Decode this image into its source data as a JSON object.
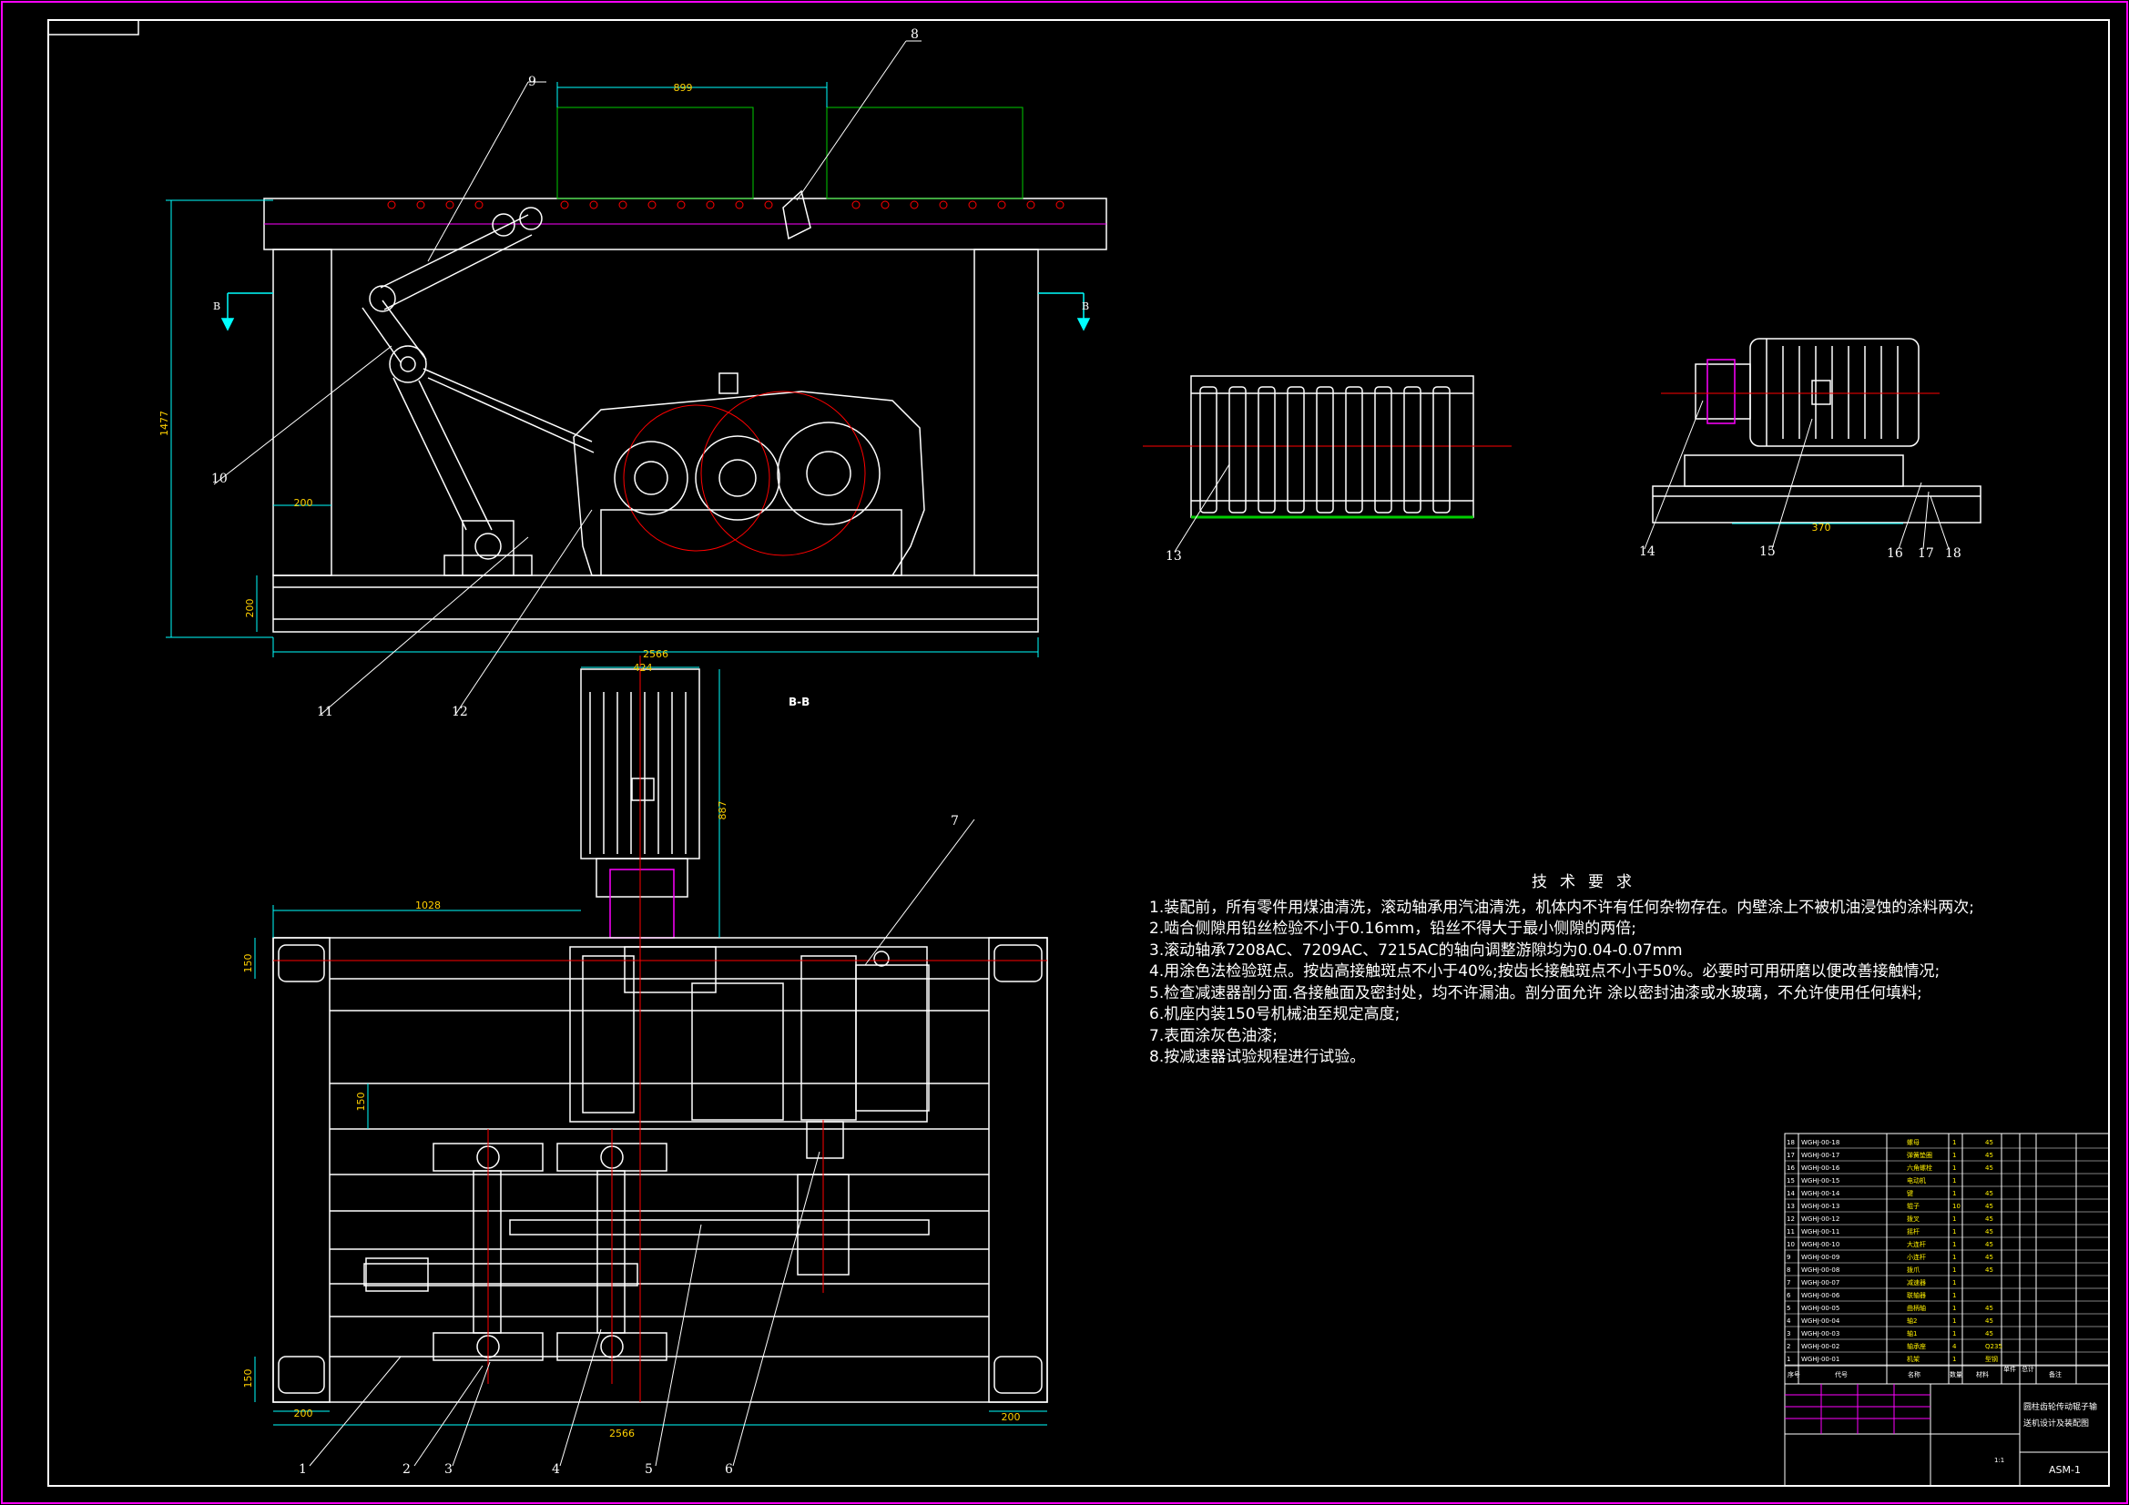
{
  "section_label": "B-B",
  "section_markers": [
    "B",
    "B"
  ],
  "dimensions": {
    "top_width": "899",
    "front_height": "1477",
    "front_200": "200",
    "front_base": "200",
    "front_length": "2566",
    "motor_width": "424",
    "motor_height": "887",
    "offset_1028": "1028",
    "left_150_top": "150",
    "left_150_mid": "150",
    "left_150_bottom": "150",
    "plan_left_200": "200",
    "plan_right_200": "200",
    "plan_length": "2566",
    "motor_370": "370"
  },
  "part_labels": {
    "p1": "1",
    "p2": "2",
    "p3": "3",
    "p4": "4",
    "p5": "5",
    "p6": "6",
    "p7": "7",
    "p8": "8",
    "p9": "9",
    "p10": "10",
    "p11": "11",
    "p12": "12",
    "p13": "13",
    "p14": "14",
    "p15": "15",
    "p16": "16",
    "p17": "17",
    "p18": "18"
  },
  "tech_requirements": {
    "title": "技术要求",
    "items": [
      "1.装配前，所有零件用煤油清洗，滚动轴承用汽油清洗，机体内不许有任何杂物存在。内壁涂上不被机油浸蚀的涂料两次;",
      "2.啮合侧隙用铅丝检验不小于0.16mm，铅丝不得大于最小侧隙的两倍;",
      "3.滚动轴承7208AC、7209AC、7215AC的轴向调整游隙均为0.04-0.07mm",
      "4.用涂色法检验斑点。按齿高接触斑点不小于40%;按齿长接触斑点不小于50%。必要时可用研磨以便改善接触情况;",
      "5.检查减速器剖分面.各接触面及密封处，均不许漏油。剖分面允许   涂以密封油漆或水玻璃，不允许使用任何填料;",
      "6.机座内装150号机械油至规定高度;",
      "7.表面涂灰色油漆;",
      "8.按减速器试验规程进行试验。"
    ]
  },
  "title_block": {
    "drawing_title_1": "圆柱齿轮传动辊子输",
    "drawing_title_2": "送机设计及装配图",
    "drawing_number": "ASM-1",
    "scale": "1:1"
  },
  "bom_columns": [
    "序号",
    "代号",
    "名称",
    "数量",
    "材料",
    "单件",
    "总计",
    "备注"
  ],
  "bom": [
    {
      "no": "18",
      "code": "WGHJ-00-18",
      "name": "螺母",
      "qty": "1",
      "mat": "45"
    },
    {
      "no": "17",
      "code": "WGHJ-00-17",
      "name": "弹簧垫圈",
      "qty": "1",
      "mat": "45"
    },
    {
      "no": "16",
      "code": "WGHJ-00-16",
      "name": "六角螺栓",
      "qty": "1",
      "mat": "45"
    },
    {
      "no": "15",
      "code": "WGHJ-00-15",
      "name": "电动机",
      "qty": "1",
      "mat": ""
    },
    {
      "no": "14",
      "code": "WGHJ-00-14",
      "name": "键",
      "qty": "1",
      "mat": "45"
    },
    {
      "no": "13",
      "code": "WGHJ-00-13",
      "name": "辊子",
      "qty": "10",
      "mat": "45"
    },
    {
      "no": "12",
      "code": "WGHJ-00-12",
      "name": "拨叉",
      "qty": "1",
      "mat": "45"
    },
    {
      "no": "11",
      "code": "WGHJ-00-11",
      "name": "摇杆",
      "qty": "1",
      "mat": "45"
    },
    {
      "no": "10",
      "code": "WGHJ-00-10",
      "name": "大连杆",
      "qty": "1",
      "mat": "45"
    },
    {
      "no": "9",
      "code": "WGHJ-00-09",
      "name": "小连杆",
      "qty": "1",
      "mat": "45"
    },
    {
      "no": "8",
      "code": "WGHJ-00-08",
      "name": "拨爪",
      "qty": "1",
      "mat": "45"
    },
    {
      "no": "7",
      "code": "WGHJ-00-07",
      "name": "减速器",
      "qty": "1",
      "mat": ""
    },
    {
      "no": "6",
      "code": "WGHJ-00-06",
      "name": "联轴器",
      "qty": "1",
      "mat": ""
    },
    {
      "no": "5",
      "code": "WGHJ-00-05",
      "name": "曲柄轴",
      "qty": "1",
      "mat": "45"
    },
    {
      "no": "4",
      "code": "WGHJ-00-04",
      "name": "轴2",
      "qty": "1",
      "mat": "45"
    },
    {
      "no": "3",
      "code": "WGHJ-00-03",
      "name": "轴1",
      "qty": "1",
      "mat": "45"
    },
    {
      "no": "2",
      "code": "WGHJ-00-02",
      "name": "轴承座",
      "qty": "4",
      "mat": "Q235"
    },
    {
      "no": "1",
      "code": "WGHJ-00-01",
      "name": "机架",
      "qty": "1",
      "mat": "型钢"
    }
  ],
  "colors": {
    "background": "#000000",
    "frame": "#ffffff",
    "border": "#ff00ff",
    "dimension": "#00ffff",
    "centerline": "#ff0000",
    "hidden": "#00cc00",
    "hatch": "#ff00ff"
  }
}
